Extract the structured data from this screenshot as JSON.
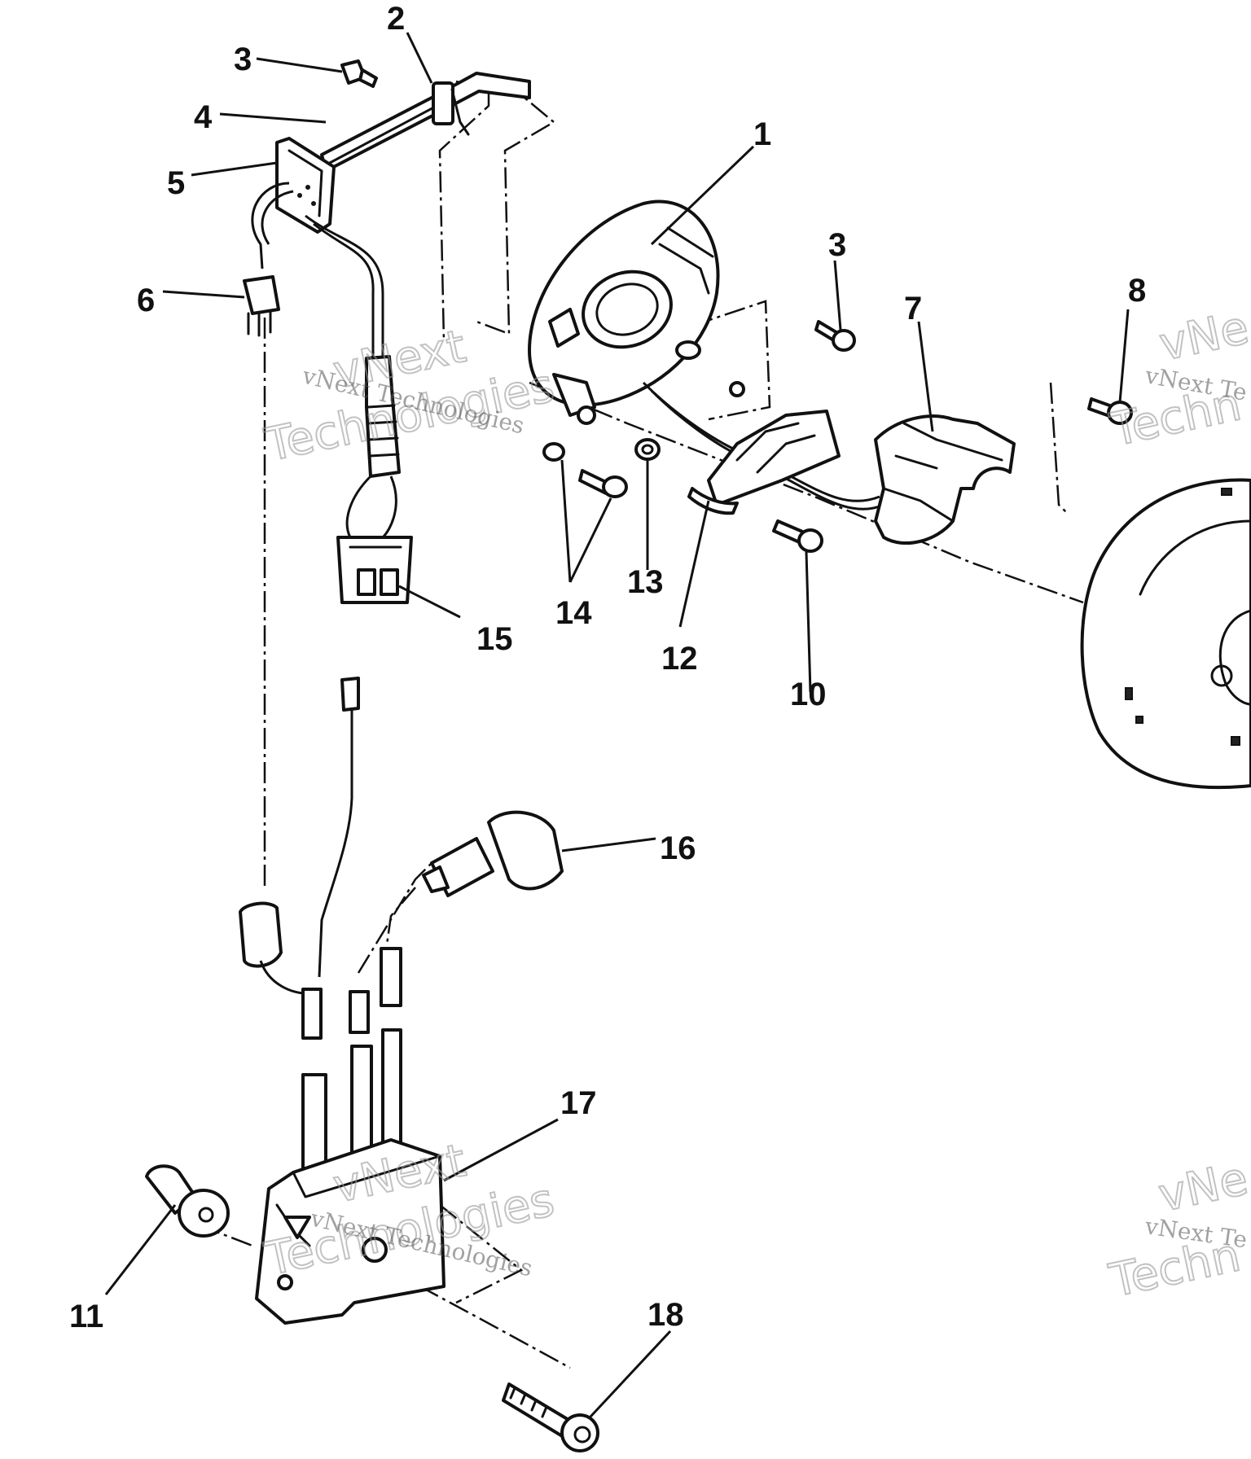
{
  "callouts": [
    {
      "id": "c1",
      "text": "1"
    },
    {
      "id": "c2",
      "text": "2"
    },
    {
      "id": "c3a",
      "text": "3"
    },
    {
      "id": "c3b",
      "text": "3"
    },
    {
      "id": "c4",
      "text": "4"
    },
    {
      "id": "c5",
      "text": "5"
    },
    {
      "id": "c6",
      "text": "6"
    },
    {
      "id": "c7",
      "text": "7"
    },
    {
      "id": "c8",
      "text": "8"
    },
    {
      "id": "c10",
      "text": "10"
    },
    {
      "id": "c11",
      "text": "11"
    },
    {
      "id": "c12",
      "text": "12"
    },
    {
      "id": "c13",
      "text": "13"
    },
    {
      "id": "c14",
      "text": "14"
    },
    {
      "id": "c15",
      "text": "15"
    },
    {
      "id": "c16",
      "text": "16"
    },
    {
      "id": "c17",
      "text": "17"
    },
    {
      "id": "c18",
      "text": "18"
    }
  ],
  "watermark": {
    "line": "vNext Technologies",
    "big1": "vNext",
    "big2": "Technologies",
    "cut1": "vNext Te",
    "cut2": "vNe",
    "cut3": "Techn"
  },
  "colors": {
    "ink": "#111111",
    "paper": "#ffffff",
    "watermark": "#9a9a9a"
  }
}
